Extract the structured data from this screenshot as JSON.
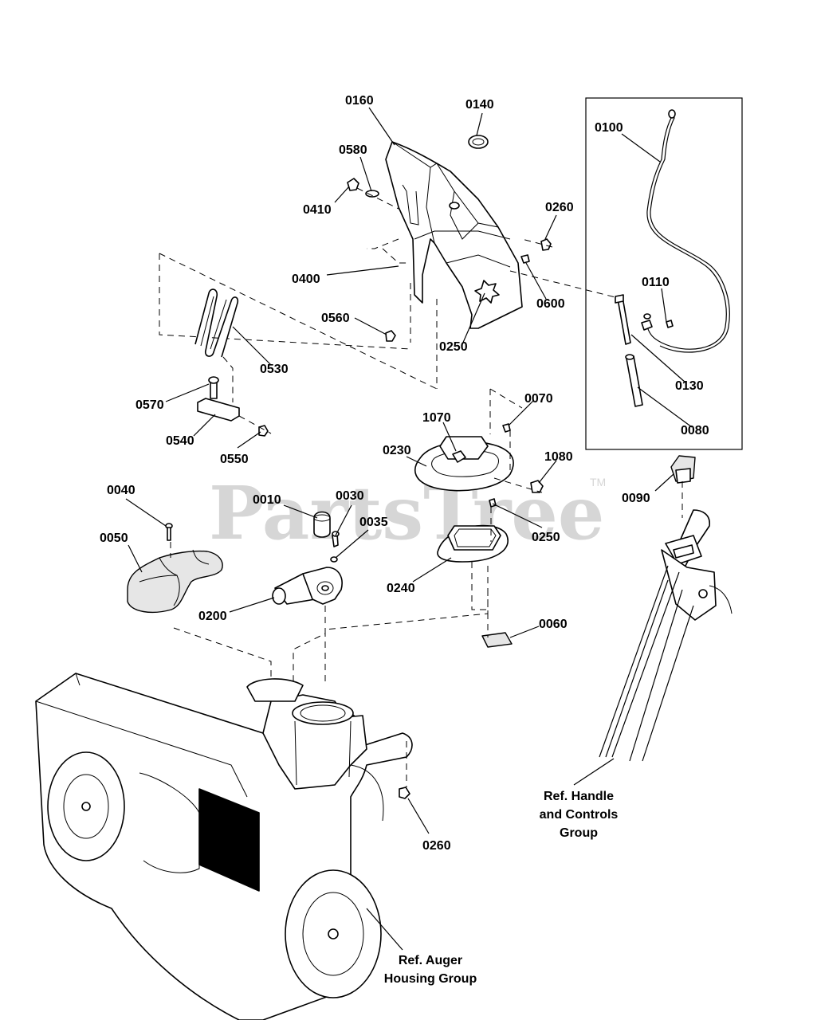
{
  "watermark": {
    "text": "PartsTree",
    "tm": "TM"
  },
  "callouts": {
    "c0160": "0160",
    "c0140": "0140",
    "c0580": "0580",
    "c0410": "0410",
    "c0260a": "0260",
    "c0100": "0100",
    "c0400": "0400",
    "c0600": "0600",
    "c0110": "0110",
    "c0560": "0560",
    "c0250a": "0250",
    "c0530": "0530",
    "c0130": "0130",
    "c0570": "0570",
    "c0070": "0070",
    "c0080": "0080",
    "c1070": "1070",
    "c0540": "0540",
    "c0230": "0230",
    "c1080": "1080",
    "c0550": "0550",
    "c0090": "0090",
    "c0040": "0040",
    "c0010": "0010",
    "c0030": "0030",
    "c0250b": "0250",
    "c0035": "0035",
    "c0050": "0050",
    "c0240": "0240",
    "c0200": "0200",
    "c0060": "0060",
    "c0260b": "0260"
  },
  "references": {
    "handle": [
      "Ref. Handle",
      "and Controls",
      "Group"
    ],
    "auger": [
      "Ref. Auger",
      "Housing Group"
    ]
  }
}
